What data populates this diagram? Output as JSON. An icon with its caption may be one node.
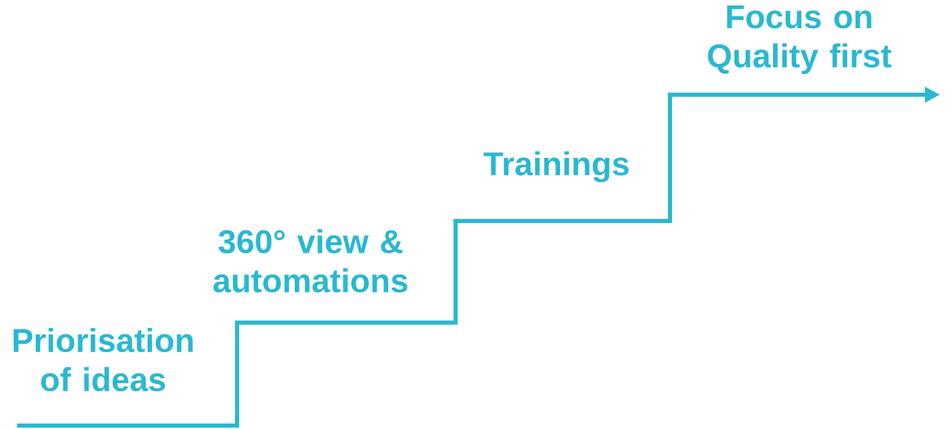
{
  "diagram": {
    "labels": [
      "Priorisation of ideas",
      "360° view & automations",
      "Trainings",
      "Focus on Quality first"
    ]
  }
}
